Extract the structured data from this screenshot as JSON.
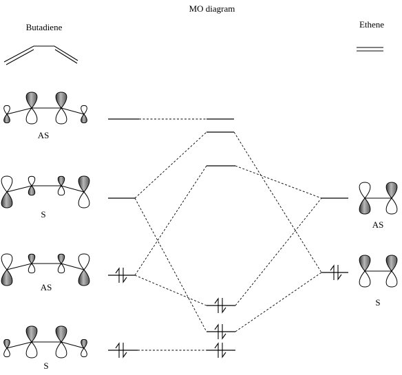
{
  "title": "MO diagram",
  "left_molecule": {
    "name": "Butadiene"
  },
  "right_molecule": {
    "name": "Ethene"
  },
  "butadiene_orbitals": [
    {
      "symmetry": "AS",
      "coeffs": [
        -1,
        1,
        1,
        -1
      ],
      "sizes": [
        0.55,
        1,
        1,
        0.55
      ]
    },
    {
      "symmetry": "S",
      "coeffs": [
        -1,
        -0.6,
        0.6,
        1
      ],
      "sizes": [
        1,
        0.6,
        0.6,
        1
      ]
    },
    {
      "symmetry": "AS",
      "coeffs": [
        -1,
        0.6,
        0.6,
        -1
      ],
      "sizes": [
        1,
        0.6,
        0.6,
        1
      ]
    },
    {
      "symmetry": "S",
      "coeffs": [
        1,
        1,
        1,
        1
      ],
      "sizes": [
        0.55,
        1,
        1,
        0.55
      ]
    }
  ],
  "ethene_orbitals": [
    {
      "symmetry": "AS",
      "coeffs": [
        -1,
        1
      ]
    },
    {
      "symmetry": "S",
      "coeffs": [
        1,
        1
      ]
    }
  ],
  "levels": {
    "butadiene": [
      {
        "electrons": 0
      },
      {
        "electrons": 0
      },
      {
        "electrons": 2
      },
      {
        "electrons": 2
      }
    ],
    "product": [
      {
        "electrons": 0
      },
      {
        "electrons": 0
      },
      {
        "electrons": 0
      },
      {
        "electrons": 2
      },
      {
        "electrons": 2
      },
      {
        "electrons": 2
      }
    ],
    "ethene": [
      {
        "electrons": 0
      },
      {
        "electrons": 2
      }
    ]
  },
  "colors": {
    "ink": "#000000",
    "shading": "#777777",
    "background": "#ffffff"
  }
}
